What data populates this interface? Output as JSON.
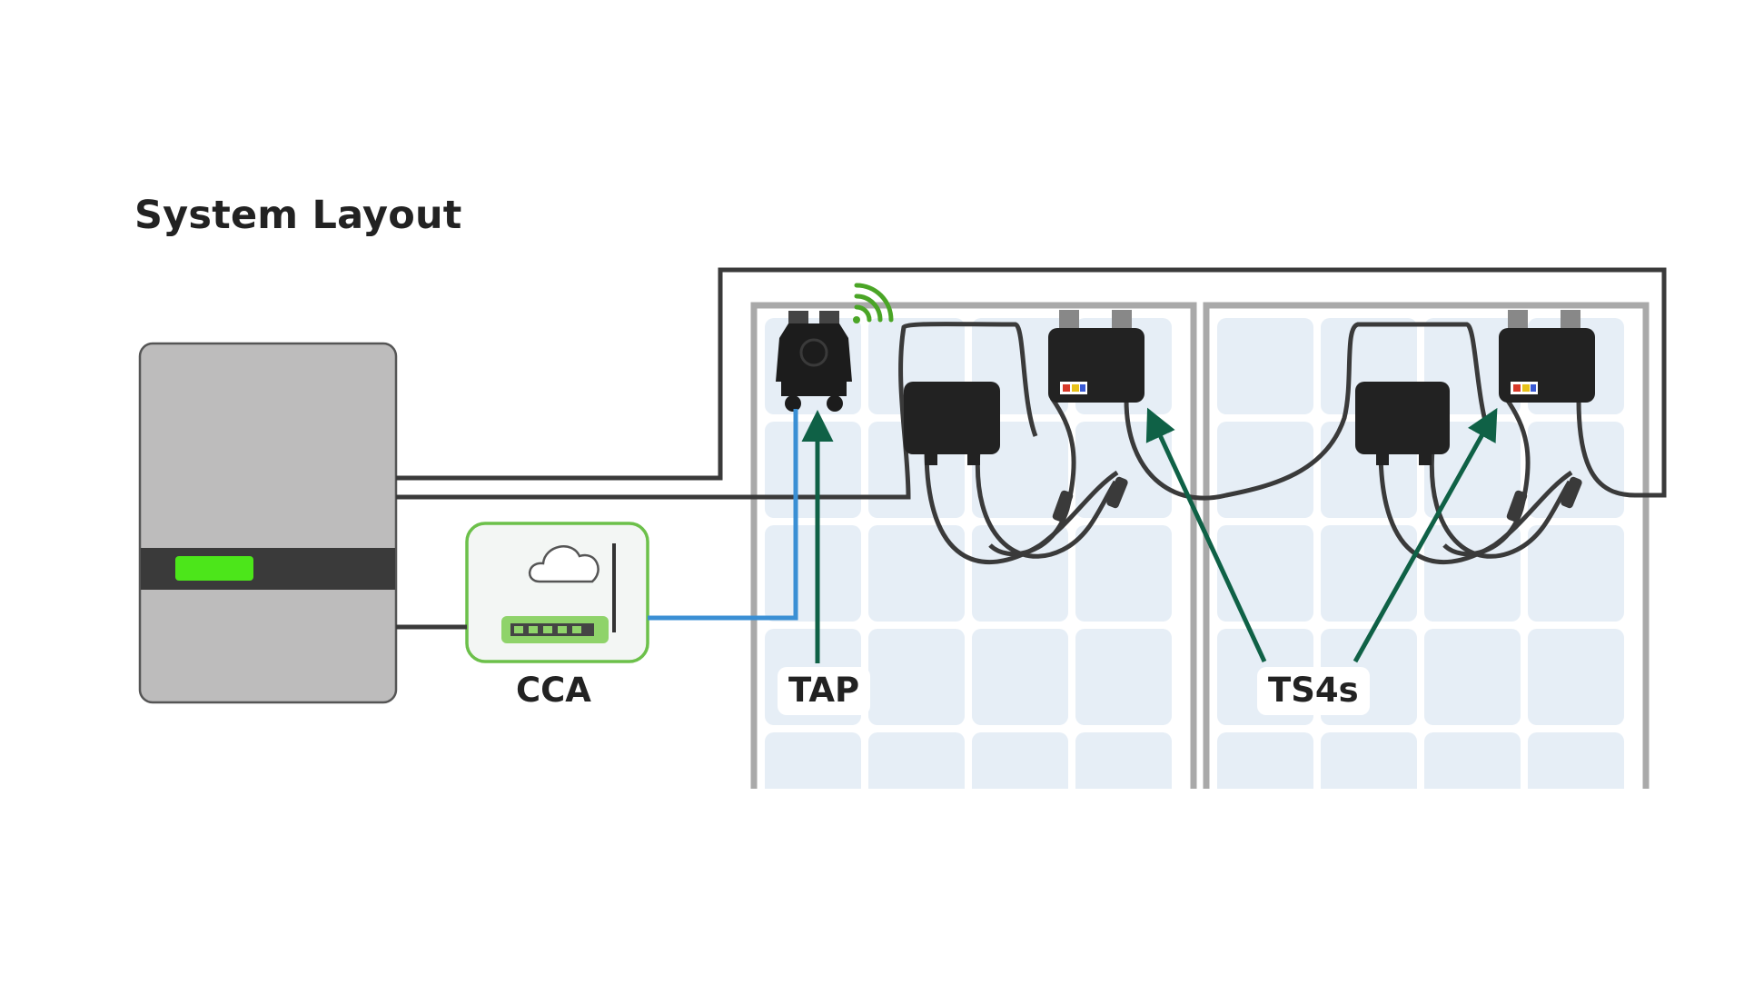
{
  "diagram": {
    "title": "System Layout",
    "labels": {
      "cca": "CCA",
      "tap": "TAP",
      "ts4s": "TS4s"
    },
    "colors": {
      "inverter_body": "#bdbcbc",
      "inverter_band": "#3a3a3a",
      "indicator": "#4ce61a",
      "cca_border": "#6cc04a",
      "signal_cable": "#3a8fd4",
      "callout_arrow": "#0f6146",
      "panel_frame": "#a9a9a9",
      "panel_cell": "#e6eef6",
      "device": "#222222",
      "wifi": "#4aa526"
    },
    "icons": [
      "cloud-icon",
      "antenna-icon",
      "wifi-icon"
    ]
  }
}
